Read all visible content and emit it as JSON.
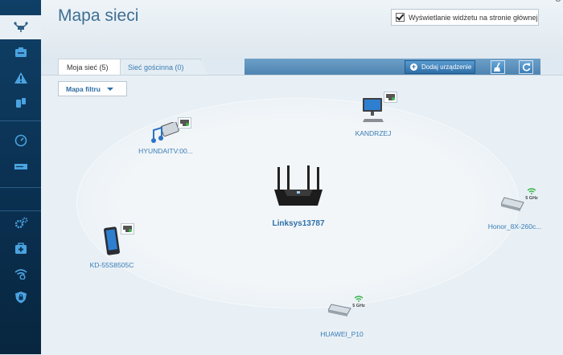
{
  "header": {
    "title": "Mapa sieci",
    "widget_checkbox_label": "Wyświetlanie widżetu na stronie głównej"
  },
  "tabs": [
    {
      "label": "Moja sieć (5)"
    },
    {
      "label": "Sieć gościnna (0)"
    }
  ],
  "toolbar": {
    "add_device_label": "Dodaj urządzenie"
  },
  "filter": {
    "label": "Mapa filtru"
  },
  "router": {
    "name": "Linksys13787"
  },
  "devices": [
    {
      "name": "HYUNDAITV:00...",
      "connection": "wired"
    },
    {
      "name": "KANDRZEJ",
      "connection": "wired"
    },
    {
      "name": "Honor_8X-260c...",
      "connection": "wifi",
      "band": "5 GHz"
    },
    {
      "name": "KD-55S8505C",
      "connection": "wired"
    },
    {
      "name": "HUAWEI_P10",
      "connection": "wifi",
      "band": "5 GHz"
    }
  ],
  "sidebar": {
    "items": [
      {
        "icon": "network-map-icon",
        "active": true
      },
      {
        "icon": "devices-icon",
        "active": false
      },
      {
        "icon": "alert-icon",
        "active": false
      },
      {
        "icon": "parental-icon",
        "active": false
      },
      {
        "icon": "speed-icon",
        "active": false
      },
      {
        "icon": "storage-icon",
        "active": false
      },
      {
        "icon": "settings-icon",
        "active": false
      },
      {
        "icon": "health-icon",
        "active": false
      },
      {
        "icon": "wireless-icon",
        "active": false
      },
      {
        "icon": "security-icon",
        "active": false
      }
    ]
  },
  "colors": {
    "sidebar": "#0c3557",
    "accent": "#3a7cb5",
    "title": "#3f6f93"
  }
}
